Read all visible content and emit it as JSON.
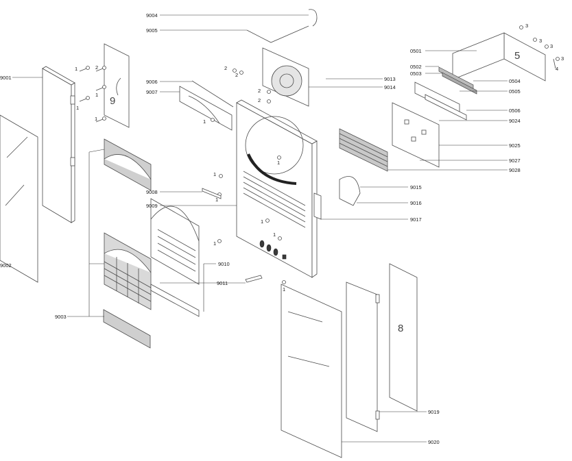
{
  "labels": {
    "l9001": "9001",
    "l9002": "9002",
    "l9003": "9003",
    "l9004": "9004",
    "l9005": "9005",
    "l9006": "9006",
    "l9007": "9007",
    "l9008": "9008",
    "l9009": "9009",
    "l9010": "9010",
    "l9011": "9011",
    "l9013": "9013",
    "l9014": "9014",
    "l9015": "9015",
    "l9016": "9016",
    "l9017": "9017",
    "l9019": "9019",
    "l9020": "9020",
    "l9024": "9024",
    "l9025": "9025",
    "l9027": "9027",
    "l9028": "9028",
    "l0501": "0501",
    "l0502": "0502",
    "l0503": "0503",
    "l0504": "0504",
    "l0505": "0505",
    "l0506": "0506"
  },
  "screws": {
    "one": "1",
    "two": "2",
    "three": "3",
    "four": "4"
  },
  "panel_numbers": {
    "p5": "5",
    "p8": "8",
    "p9": "9"
  }
}
